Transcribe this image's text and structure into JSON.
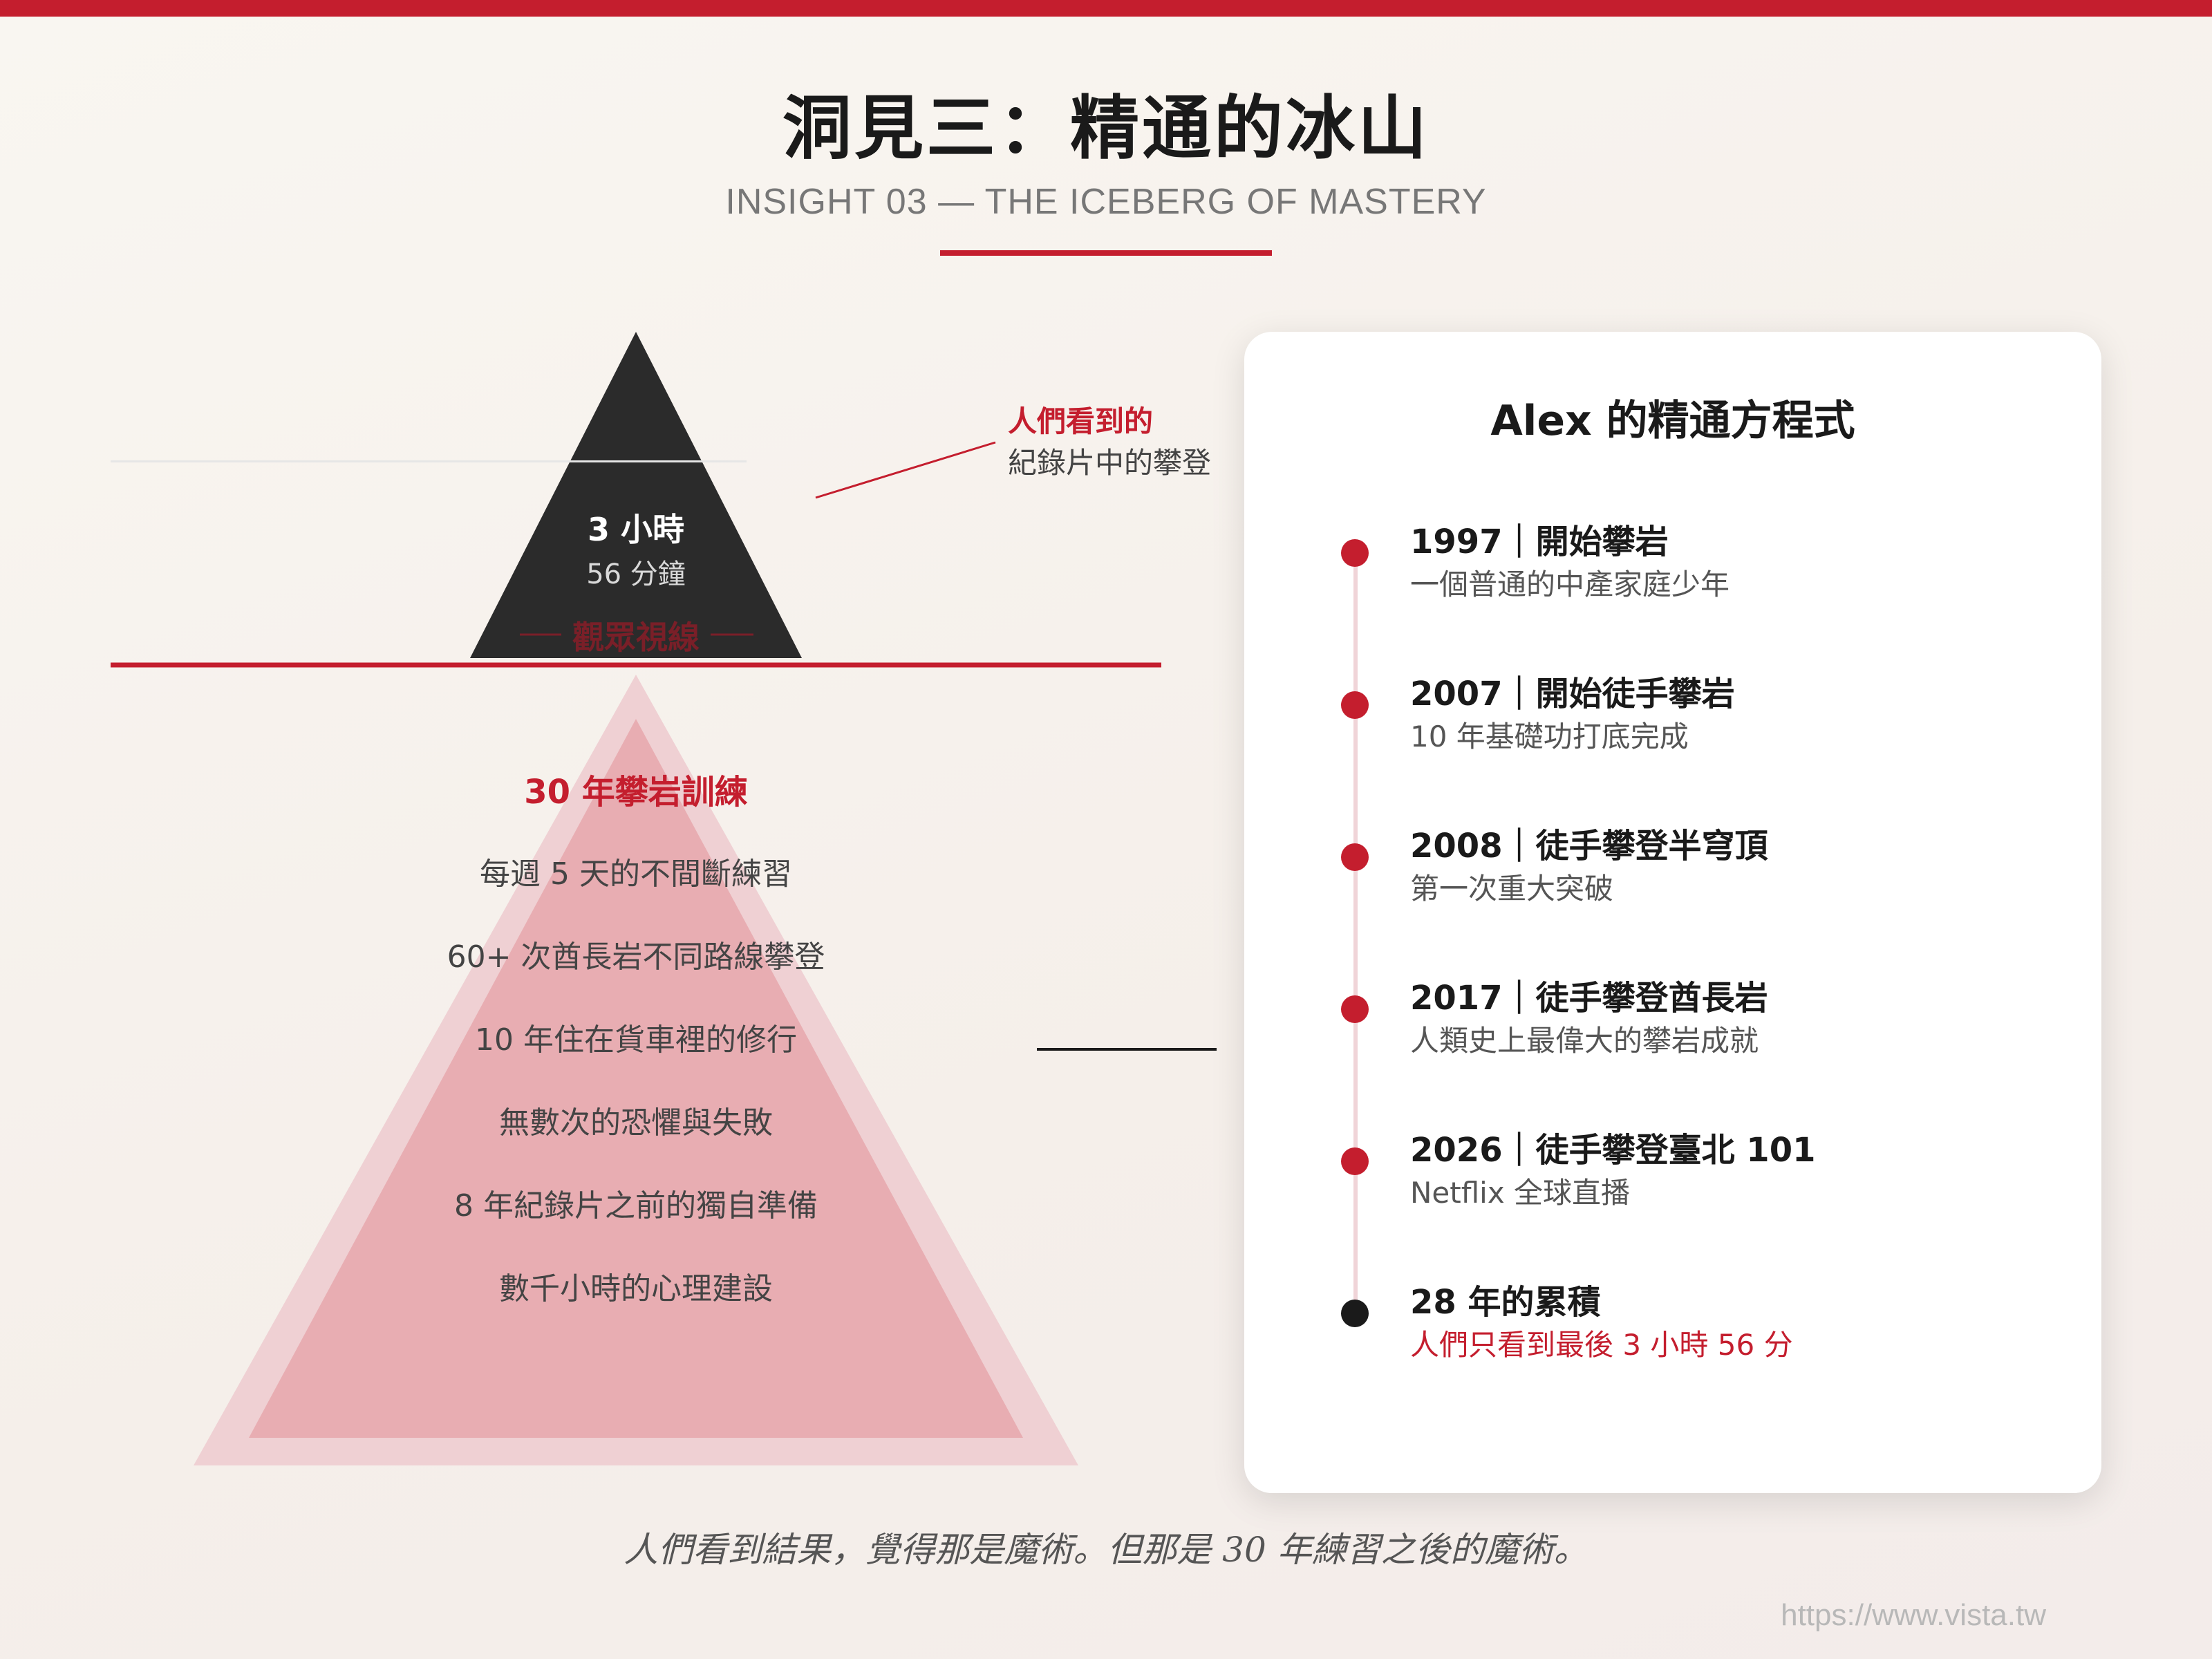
{
  "header": {
    "title": "洞見三：精通的冰山",
    "subtitle": "INSIGHT 03 — THE ICEBERG OF MASTERY"
  },
  "iceberg": {
    "tip_hours": "3 小時",
    "tip_minutes": "56 分鐘",
    "eyeline": "觀眾視線",
    "callout_title": "人們看到的",
    "callout_sub": "紀錄片中的攀登",
    "under_title": "30 年攀岩訓練",
    "under_items": [
      "每週 5 天的不間斷練習",
      "60+ 次酋長岩不同路線攀登",
      "10 年住在貨車裡的修行",
      "無數次的恐懼與失敗",
      "8 年紀錄片之前的獨自準備",
      "數千小時的心理建設"
    ]
  },
  "card": {
    "title": "Alex 的精通方程式",
    "timeline": [
      {
        "head": "1997｜開始攀岩",
        "sub": "一個普通的中產家庭少年"
      },
      {
        "head": "2007｜開始徒手攀岩",
        "sub": "10 年基礎功打底完成"
      },
      {
        "head": "2008｜徒手攀登半穹頂",
        "sub": "第一次重大突破"
      },
      {
        "head": "2017｜徒手攀登酋長岩",
        "sub": "人類史上最偉大的攀岩成就"
      },
      {
        "head": "2026｜徒手攀登臺北 101",
        "sub": "Netflix 全球直播"
      },
      {
        "head": "28 年的累積",
        "sub": "人們只看到最後 3 小時 56 分"
      }
    ]
  },
  "footer": {
    "quote": "人們看到結果，覺得那是魔術。但那是 30 年練習之後的魔術。",
    "url": "https://www.vista.tw"
  },
  "colors": {
    "accent": "#c41e2e",
    "tip": "#2b2b2b",
    "submerged": "#e8adb2",
    "submerged_halo": "#efd0d3"
  }
}
